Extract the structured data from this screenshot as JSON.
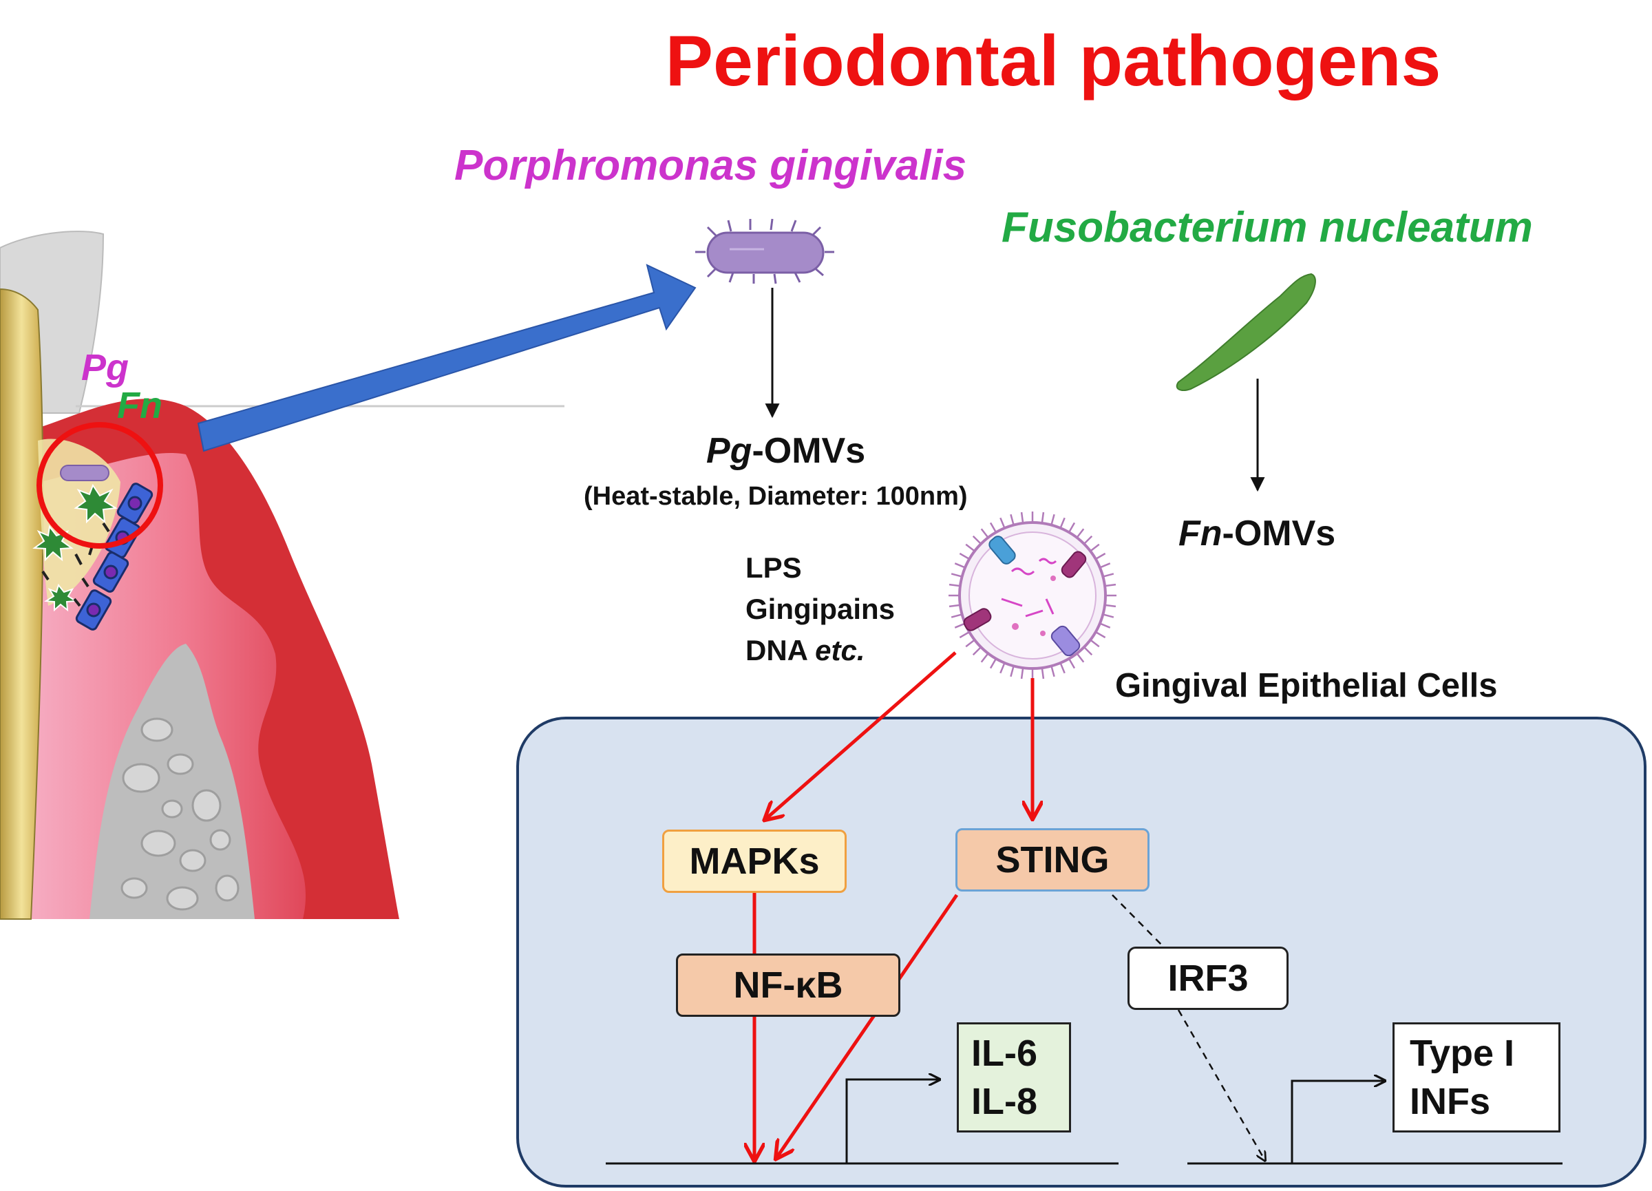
{
  "title": "Periodontal pathogens",
  "pathogens": {
    "pg_name": "Porphromonas gingivalis",
    "fn_name": "Fusobacterium nucleatum"
  },
  "tooth_labels": {
    "pg": "Pg",
    "fn": "Fn"
  },
  "omv": {
    "pg_prefix": "Pg",
    "pg_suffix": "-OMVs",
    "pg_properties": "(Heat-stable, Diameter: 100nm)",
    "fn_prefix": "Fn",
    "fn_suffix": "-OMVs"
  },
  "cargo": {
    "line1": "LPS",
    "line2": "Gingipains",
    "line3_plain": "DNA ",
    "line3_italic": "etc."
  },
  "cell_label": "Gingival Epithelial Cells",
  "nodes": {
    "mapks": "MAPKs",
    "sting": "STING",
    "nfkb": "NF-κB",
    "irf3": "IRF3",
    "il6": "IL-6",
    "il8": "IL-8",
    "type_i": "Type I",
    "infs": "INFs"
  },
  "colors": {
    "title": "#ee1111",
    "pg": "#cc33cc",
    "fn": "#22aa44",
    "arrow_red": "#ee1111",
    "arrow_blue": "#3a6fcc",
    "cell_fill": "#d8e2f0",
    "cell_border": "#1f3b66"
  }
}
